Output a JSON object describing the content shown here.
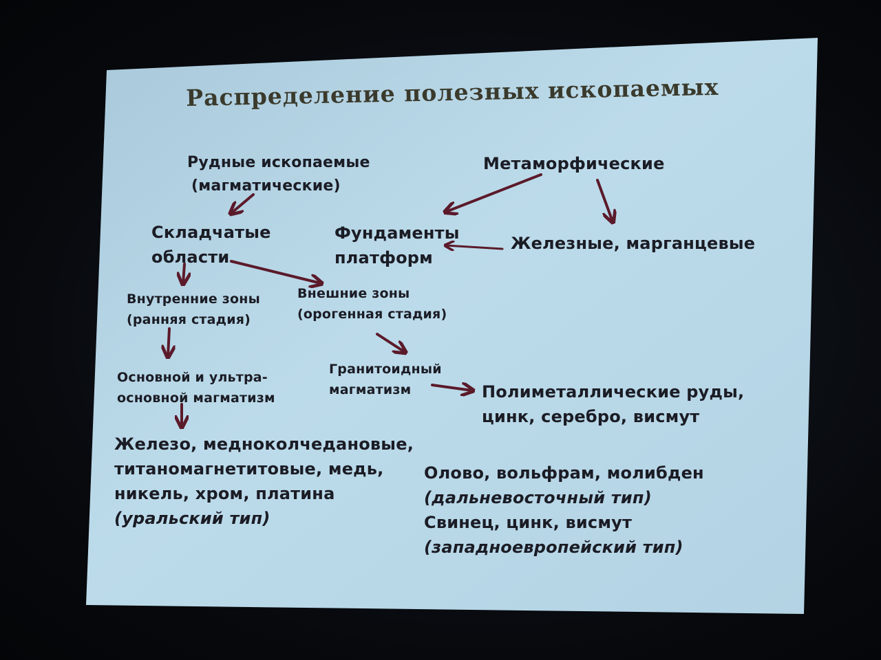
{
  "slide": {
    "title": "Распределение полезных ископаемых",
    "nodes": {
      "ore_minerals": {
        "line1": "Рудные ископаемые",
        "line2": "(магматические)"
      },
      "metamorphic": {
        "line1": "Метаморфические"
      },
      "folded_areas": {
        "line1": "Складчатые",
        "line2": "области"
      },
      "platform_basement": {
        "line1": "Фундаменты",
        "line2": "платформ"
      },
      "iron_manganese": {
        "line1": "Железные, марганцевые"
      },
      "inner_zones": {
        "line1": "Внутренние зоны",
        "line2": "(ранняя стадия)"
      },
      "outer_zones": {
        "line1": "Внешние зоны",
        "line2": "(орогенная стадия)"
      },
      "basic_magmatism": {
        "line1": "Основной и ультра-",
        "line2": "основной магматизм"
      },
      "granitoid_magmatism": {
        "line1": "Гранитоидный",
        "line2": "магматизм"
      },
      "polymetallic": {
        "line1": "Полиметаллические руды,",
        "line2": "цинк, серебро, висмут"
      },
      "ural_type": {
        "line1": "Железо, медноколчедановые,",
        "line2": "титаномагнетитовые, медь,",
        "line3": "никель, хром, платина",
        "line4": "(уральский тип)"
      },
      "far_east_type": {
        "line1": "Олово, вольфрам, молибден",
        "line2": "(дальневосточный тип)",
        "line3": "Свинец, цинк, висмут",
        "line4": "(западноевропейский тип)"
      }
    },
    "colors": {
      "background": "#b7d7e8",
      "text": "#1b1c25",
      "title": "#3a3a2c",
      "arrow": "#5b1a2a"
    }
  }
}
